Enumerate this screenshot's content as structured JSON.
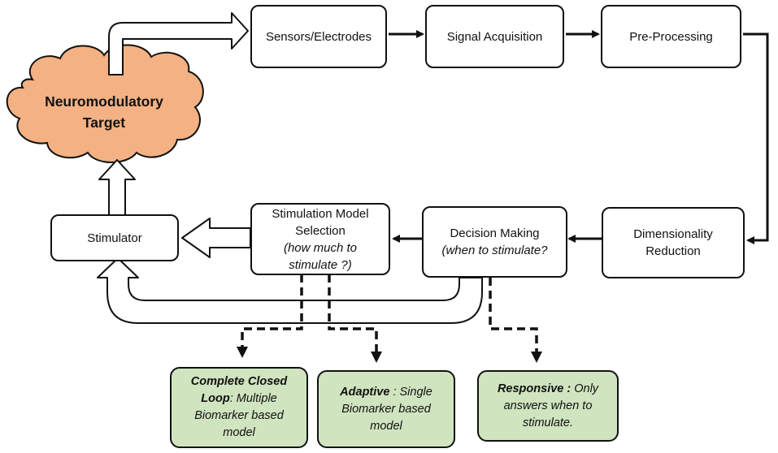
{
  "target": {
    "line1": "Neuromodulatory",
    "line2": "Target"
  },
  "nodes": {
    "sensors": "Sensors/Electrodes",
    "acquisition": "Signal Acquisition",
    "preprocessing": "Pre-Processing",
    "dimensionality_line1": "Dimensionality",
    "dimensionality_line2": "Reduction",
    "decision_line1": "Decision Making",
    "decision_line2": "(when to stimulate?",
    "stim_model_line1": "Stimulation Model",
    "stim_model_line2": "Selection",
    "stim_model_line3": "(how much to",
    "stim_model_line4": "stimulate ?)",
    "stimulator": "Stimulator"
  },
  "outcomes": {
    "complete": {
      "bold": "Complete Closed",
      "bold2": "Loop",
      "rest": ": Multiple",
      "line3": "Biomarker based",
      "line4": "model"
    },
    "adaptive": {
      "bold": "Adaptive",
      "rest": " : Single",
      "line2": "Biomarker based",
      "line3": "model"
    },
    "responsive": {
      "bold": "Responsive :",
      "rest": " Only",
      "line2": "answers when to",
      "line3": "stimulate."
    }
  },
  "colors": {
    "cloud_fill": "#f4b183",
    "outcome_fill": "#cfe4bf",
    "stroke": "#111111"
  }
}
